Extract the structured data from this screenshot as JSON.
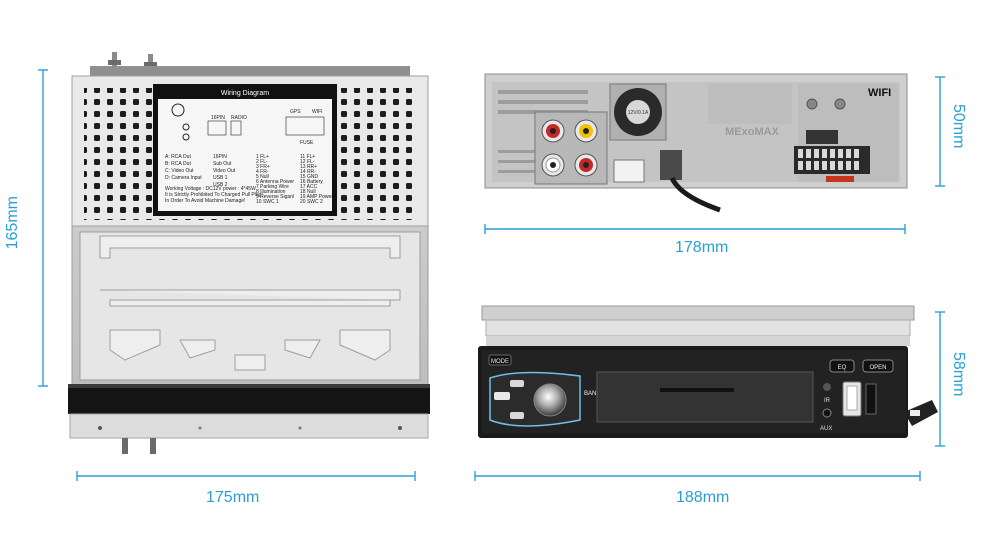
{
  "dimensions": {
    "left_height": "165mm",
    "left_width": "175mm",
    "rear_width": "178mm",
    "rear_height": "50mm",
    "front_width": "188mm",
    "front_height": "58mm"
  },
  "wiring_sticker": {
    "title": "Wiring Diagram",
    "tags": [
      "16PIN",
      "RADIO",
      "GPS",
      "WIFI",
      "FUSE"
    ],
    "left_lines": [
      "A: RCA Out",
      "B: RCA Out",
      "C: Video Out",
      "D: Camera Input"
    ],
    "mid_lines": [
      "16PIN",
      "Sub Out",
      "Video Out",
      "USB 1",
      "USB 2"
    ],
    "pins_a": [
      "1  FL+",
      "2  FL-",
      "3  FR+",
      "4  FR-",
      "5  Null",
      "6  Antenna Power",
      "7  Parking Wire",
      "8  Illumination",
      "9  Reverse Siganl",
      "10 SWC 1"
    ],
    "pins_b": [
      "11 FL+",
      "12 FL-",
      "13 RR+",
      "14 RR-",
      "15 GND",
      "16 Battery",
      "17 ACC",
      "18 Null",
      "19 AMP Power",
      "20 SWC 2"
    ],
    "warnings": [
      "Working Voltage : DC12V power : 4*45W",
      "It is Strictly Prohibited To Charged Pull Plug!",
      "In Order To Avoid Machine Damage!"
    ]
  },
  "rear_panel": {
    "wifi_label": "WIFI",
    "brand_emboss": "MExoMAX",
    "fan_text": "12V/0.1A"
  },
  "front_panel": {
    "mode_label": "MODE",
    "eq_label": "EQ",
    "open_label": "OPEN",
    "band_label": "BAND",
    "ir_label": "IR",
    "aux_label": "AUX"
  },
  "colors": {
    "dimension": "#2a9fd6",
    "chassis": "#e4e4e4",
    "panel": "#1a1a1a"
  }
}
